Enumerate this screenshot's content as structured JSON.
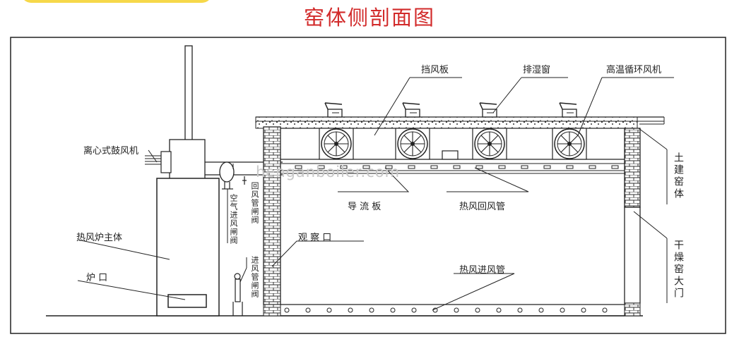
{
  "title": "窑体侧剖面图",
  "labels": {
    "baffle": "挡风板",
    "dehumid_window": "排湿窗",
    "circ_fan": "高温循环风机",
    "blower": "离心式鼓风机",
    "guide_plate": "导 流 板",
    "hot_return_pipe": "热风回风管",
    "furnace_body": "热风炉主体",
    "furnace_port": "炉 口",
    "observation_port": "观 察 口",
    "hot_inlet_pipe": "热风进风管",
    "return_damper": "回风管闸阀",
    "air_inlet_damper": "空气进风闸阀",
    "inlet_damper": "进风管闸阀",
    "civil_kiln": "土建窑体",
    "kiln_door": "干燥窑大门"
  },
  "watermark": "henganboiler.com",
  "colors": {
    "title": "#d22a2a",
    "line": "#222222",
    "brick": "#333333"
  }
}
